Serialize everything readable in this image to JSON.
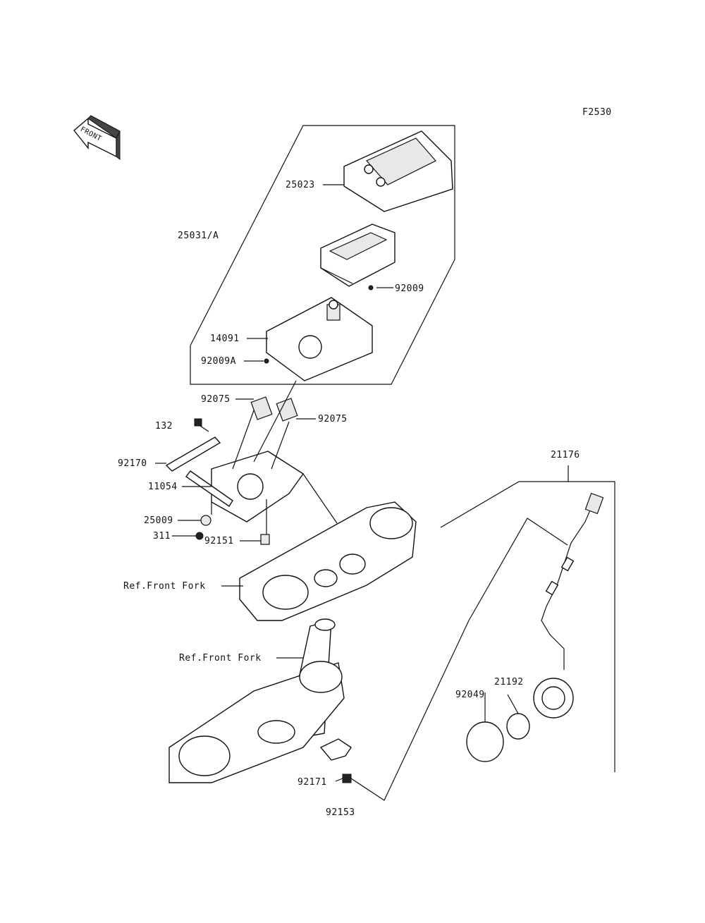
{
  "diagram_code": "F2530",
  "front_indicator": "FRONT",
  "part_labels": {
    "p25023": "25023",
    "p25031A": "25031/A",
    "p92009": "92009",
    "p14091": "14091",
    "p92009A": "92009A",
    "p92075a": "92075",
    "p92075b": "92075",
    "p132": "132",
    "p92170": "92170",
    "p11054": "11054",
    "p25009": "25009",
    "p311": "311",
    "p92151": "92151",
    "refFrontFork1": "Ref.Front Fork",
    "refFrontFork2": "Ref.Front Fork",
    "p21176": "21176",
    "p21192": "21192",
    "p92049": "92049",
    "p92171": "92171",
    "p92153": "92153"
  }
}
